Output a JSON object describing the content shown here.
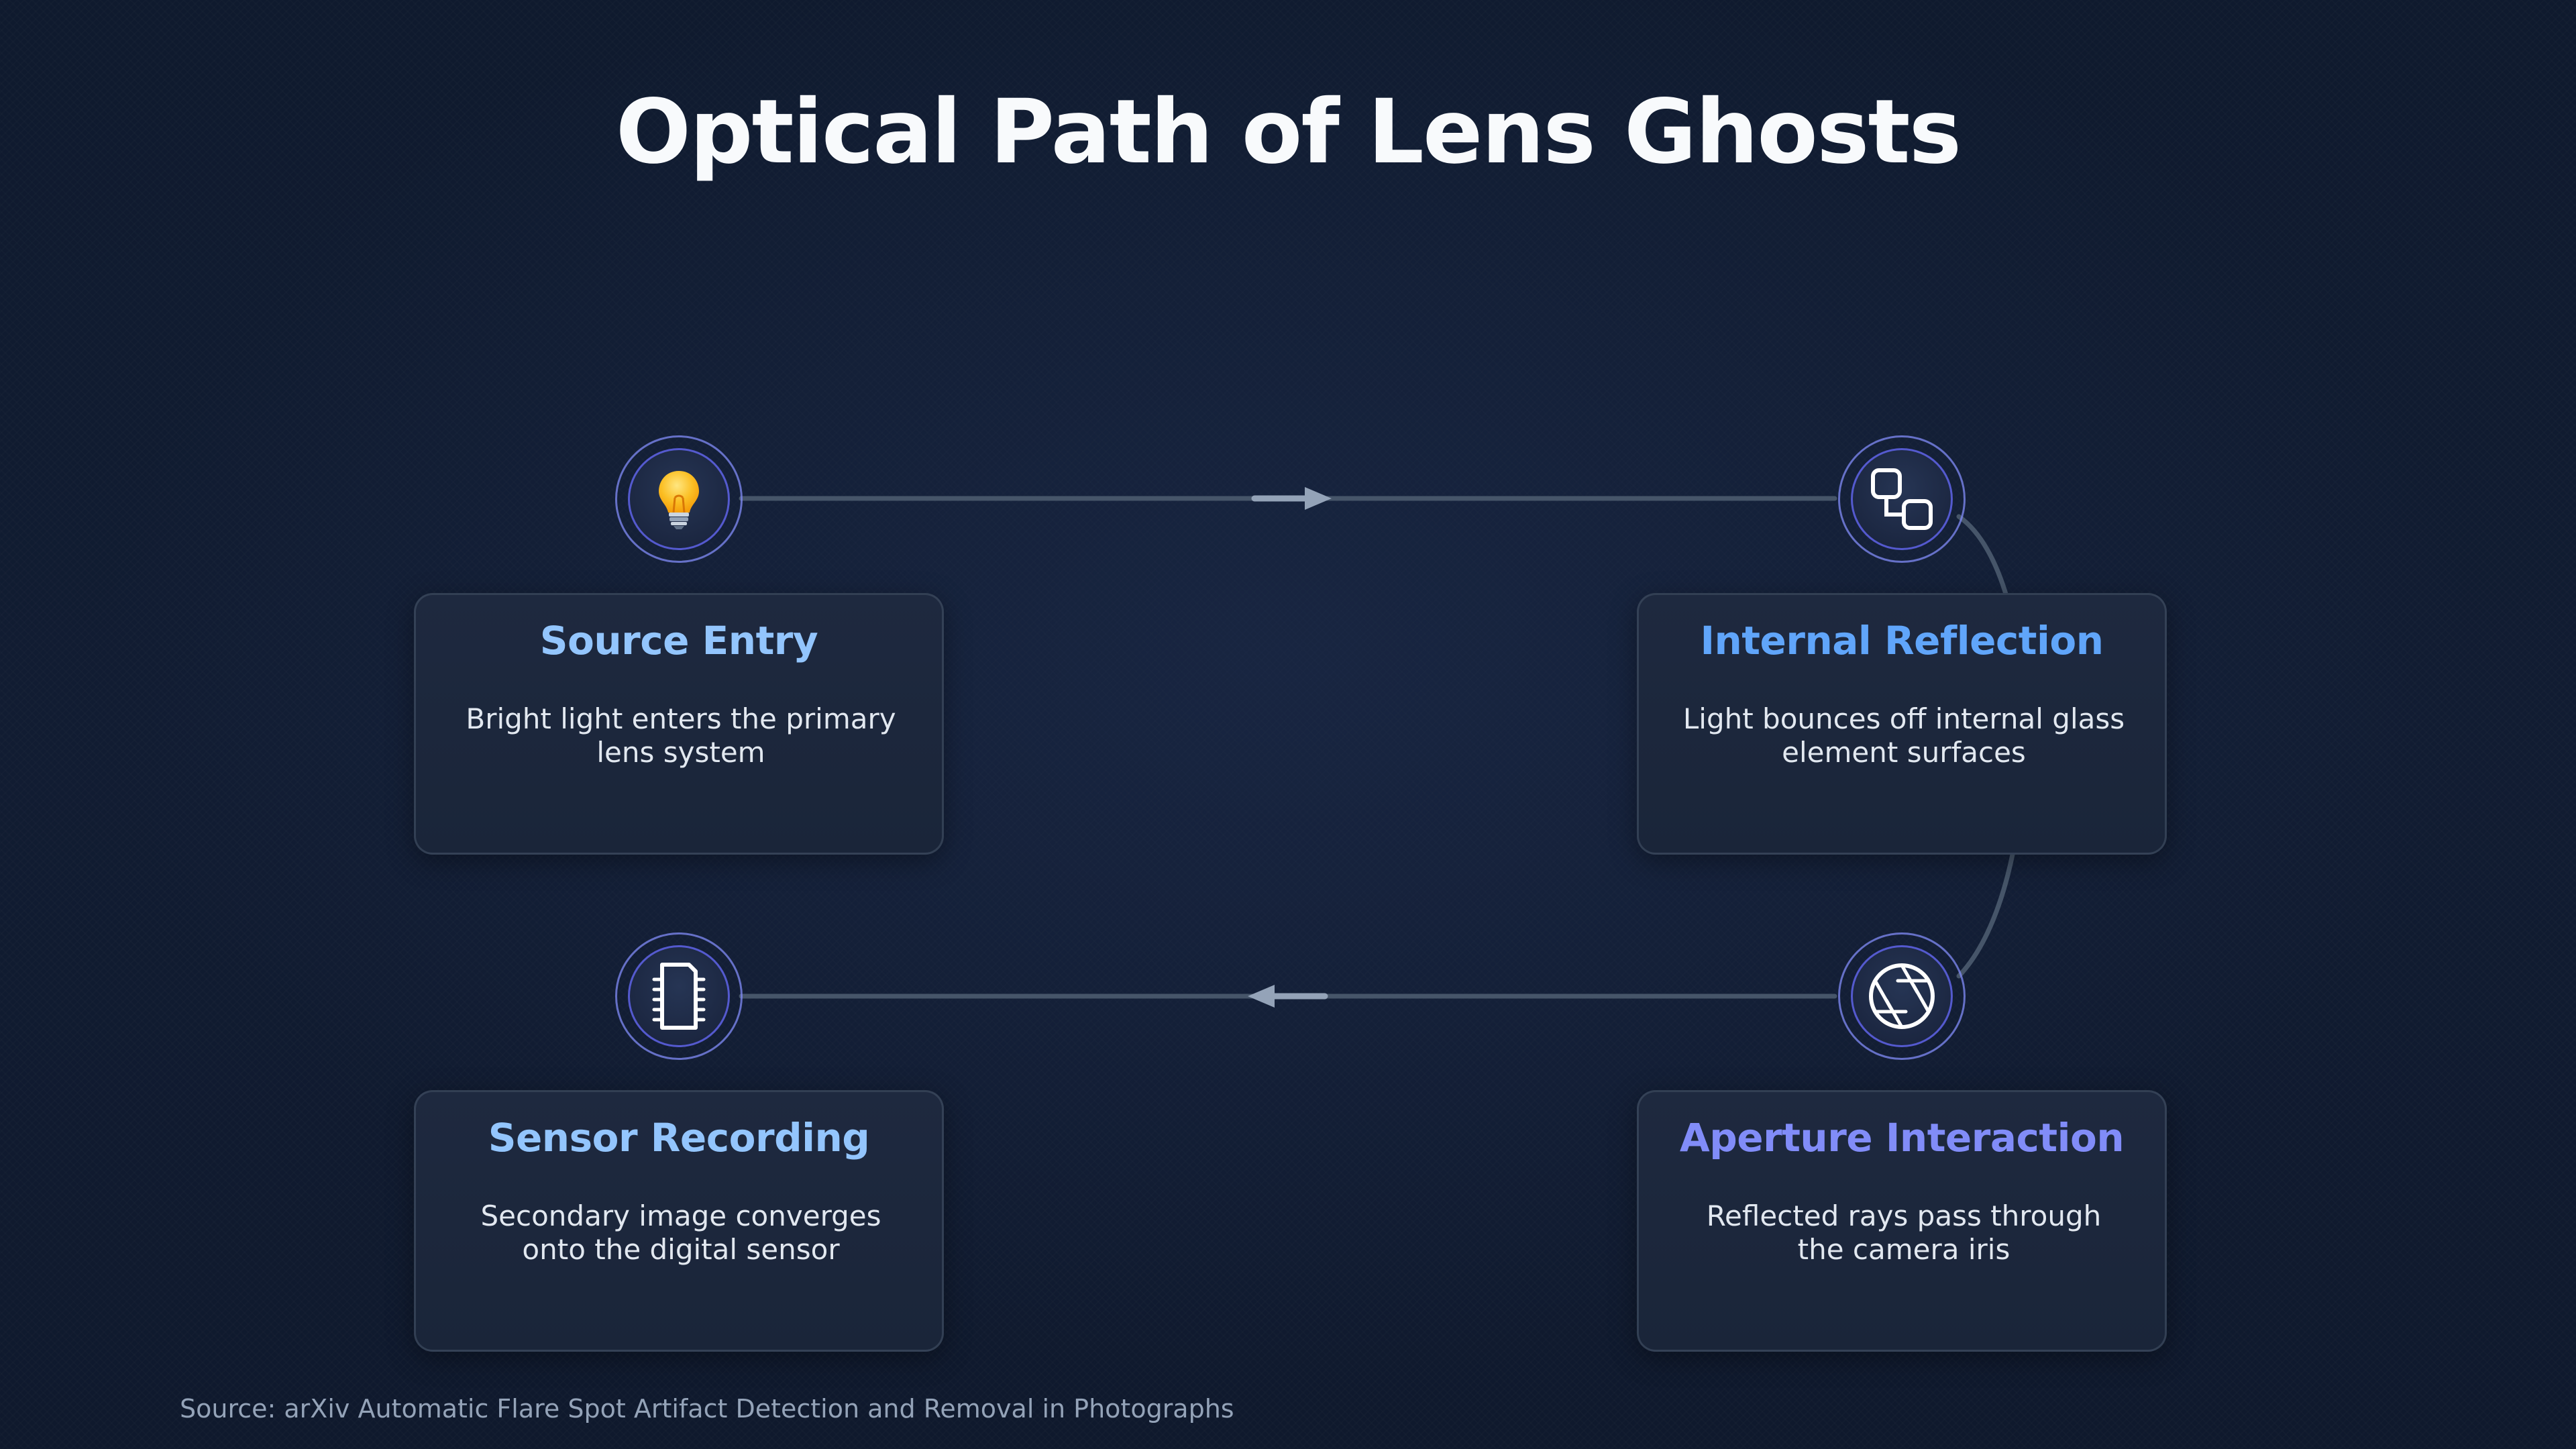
{
  "title": "Optical Path of Lens Ghosts",
  "steps": [
    {
      "icon": "lightbulb-icon",
      "heading": "Source Entry",
      "description": "Bright light enters the primary lens system",
      "heading_color": "#93c5fd"
    },
    {
      "icon": "linked-squares-icon",
      "heading": "Internal Reflection",
      "description": "Light bounces off internal glass element surfaces",
      "heading_color": "#60a5fa"
    },
    {
      "icon": "aperture-icon",
      "heading": "Aperture Interaction",
      "description": "Reflected rays pass through the camera iris",
      "heading_color": "#818cf8"
    },
    {
      "icon": "sensor-chip-icon",
      "heading": "Sensor Recording",
      "description": "Secondary image converges onto the digital sensor",
      "heading_color": "#93c5fd"
    }
  ],
  "flow": [
    "Source Entry",
    "Internal Reflection",
    "Aperture Interaction",
    "Sensor Recording"
  ],
  "source_note": "Source: arXiv Automatic Flare Spot Artifact Detection and Removal in Photographs",
  "colors": {
    "background": "#0f1a2e",
    "card": "#1e293f",
    "connector": "#475569",
    "arrow": "#94a3b8",
    "ring": "#6366f1"
  }
}
